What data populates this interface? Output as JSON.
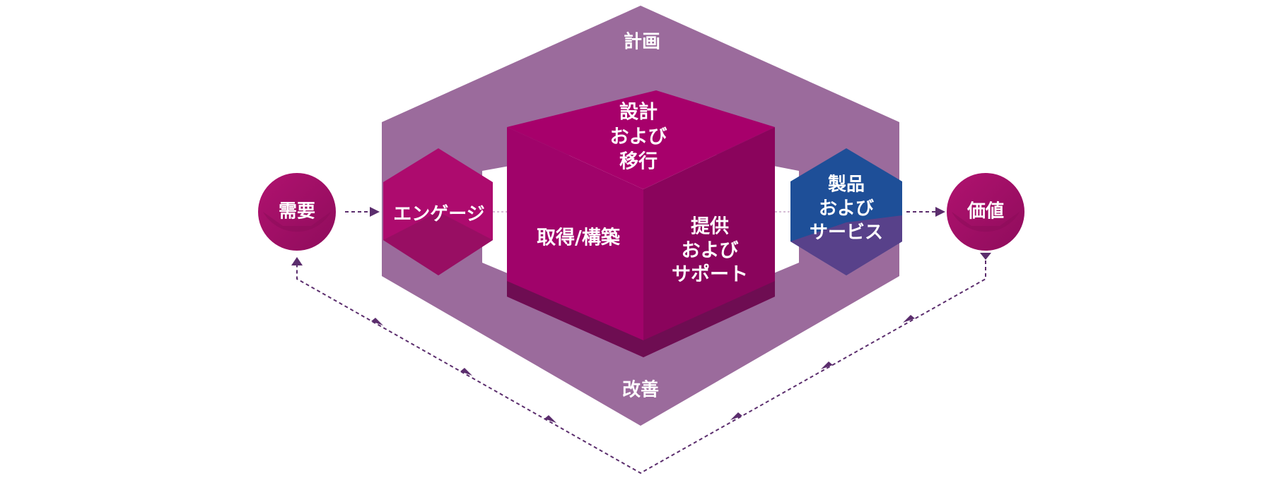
{
  "labels": {
    "plan": "計画",
    "improve": "改善",
    "demand": "需要",
    "value": "価値",
    "engage": "エンゲージ",
    "design_transition": [
      "設計",
      "および",
      "移行"
    ],
    "obtain_build": "取得/構築",
    "deliver_support": [
      "提供",
      "および",
      "サポート"
    ],
    "products_services": [
      "製品",
      "および",
      "サービス"
    ]
  },
  "colors": {
    "frame": "#9b6b9c",
    "cube_top": "#a7006b",
    "cube_front": "#a0036a",
    "cube_side": "#8a045c",
    "cube_bottom": "#6e0d52",
    "engage": "#ad0b6e",
    "products": "#1e4f98",
    "circle": "#a50e68",
    "arrow": "#5b2d6d"
  }
}
